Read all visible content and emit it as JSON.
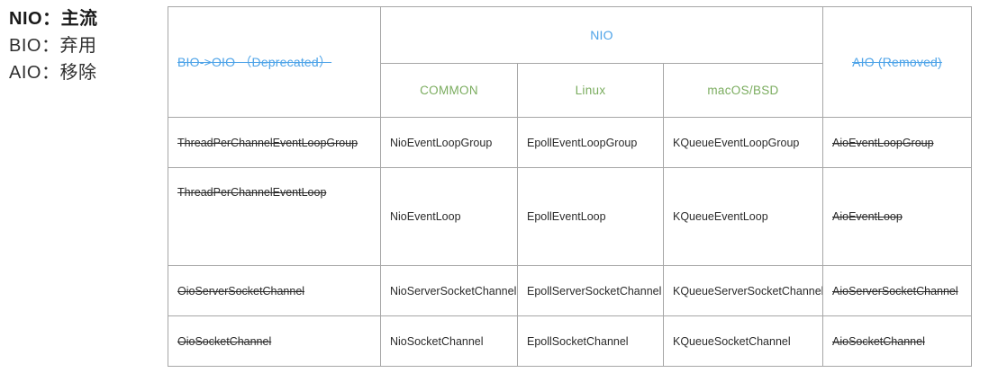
{
  "legend": {
    "lines": [
      {
        "key": "NIO：",
        "value": "主流",
        "bold": true
      },
      {
        "key": "BIO：",
        "value": "弃用",
        "bold": false
      },
      {
        "key": "AIO：",
        "value": "移除",
        "bold": false
      }
    ]
  },
  "colors": {
    "header_blue": "#4da3e8",
    "subheader_green": "#7aac5e",
    "body_text": "#2b2b2b",
    "border": "#a6a6a6",
    "background": "#ffffff"
  },
  "table": {
    "headers": {
      "bio": "BIO->OIO （Deprecated）",
      "nio": "NIO",
      "aio": "AIO (Removed)"
    },
    "subheaders": {
      "common": "COMMON",
      "linux": "Linux",
      "macos": "macOS/BSD"
    },
    "rows": [
      {
        "bio": "ThreadPerChannelEventLoopGroup",
        "common": "NioEventLoopGroup",
        "linux": "EpollEventLoopGroup",
        "macos": "KQueueEventLoopGroup",
        "aio": "AioEventLoopGroup"
      },
      {
        "bio": "ThreadPerChannelEventLoop",
        "common": "NioEventLoop",
        "linux": "EpollEventLoop",
        "macos": "KQueueEventLoop",
        "aio": "AioEventLoop"
      },
      {
        "bio": "OioServerSocketChannel",
        "common": "NioServerSocketChannel",
        "linux": "EpollServerSocketChannel",
        "macos": "KQueueServerSocketChannel",
        "aio": "AioServerSocketChannel"
      },
      {
        "bio": "OioSocketChannel",
        "common": "NioSocketChannel",
        "linux": "EpollSocketChannel",
        "macos": "KQueueSocketChannel",
        "aio": "AioSocketChannel"
      }
    ]
  }
}
